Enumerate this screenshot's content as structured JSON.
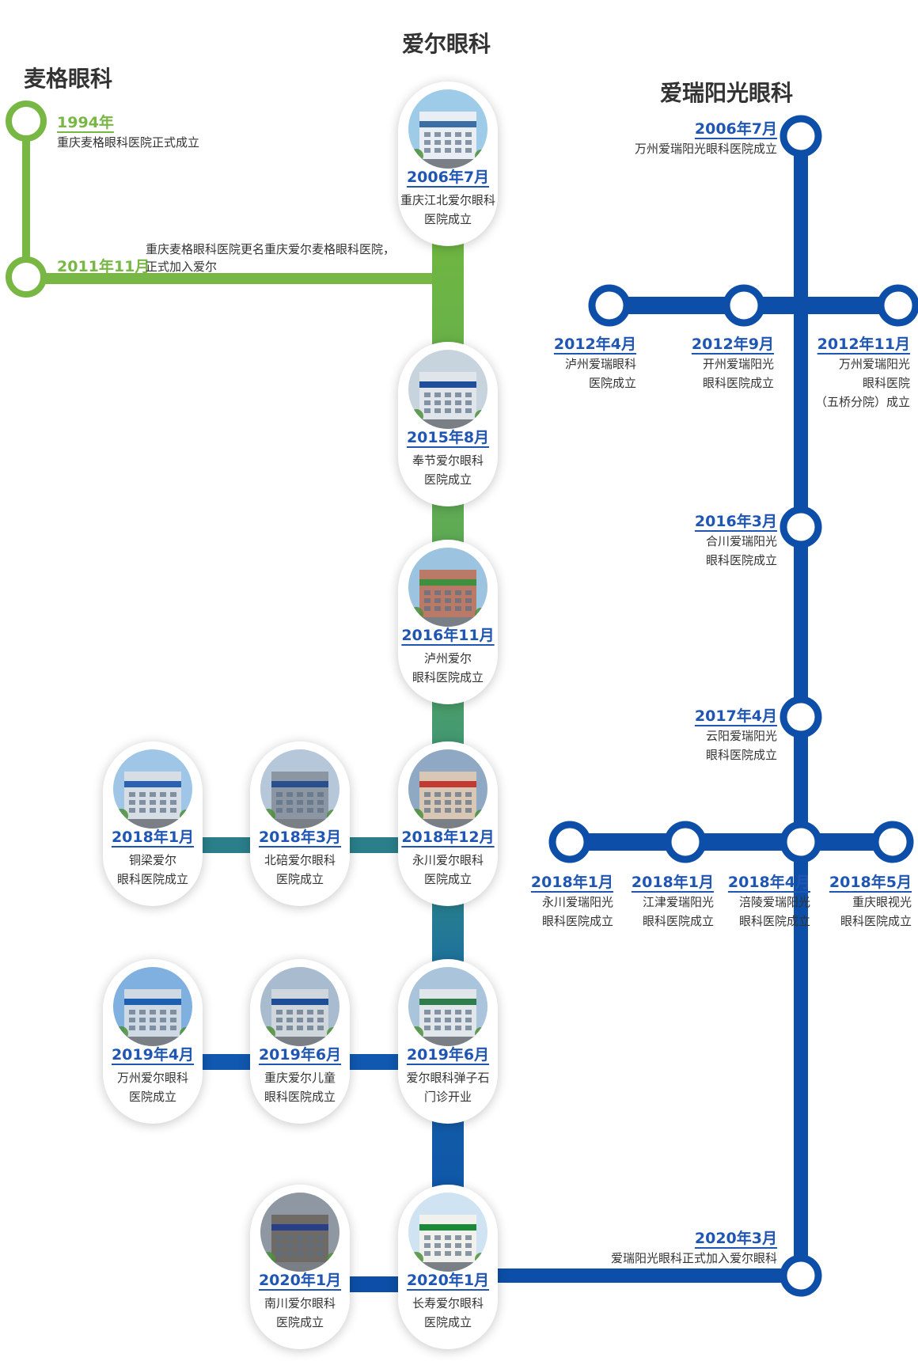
{
  "titles": {
    "mai_ge": "麦格眼科",
    "aier": "爱尔眼科",
    "airui": "爱瑞阳光眼科"
  },
  "colors": {
    "green": "#78b744",
    "blue": "#0d4fa8",
    "teal": "#2a7f8a",
    "date_blue": "#1f56b3"
  },
  "maige_events": [
    {
      "date": "1994年",
      "text": "重庆麦格眼科医院正式成立"
    },
    {
      "date": "2011年11月",
      "text": "重庆麦格眼科医院更名重庆爱尔麦格眼科医院，\n正式加入爱尔"
    }
  ],
  "aier_cards": [
    {
      "date": "2006年7月",
      "text": "重庆江北爱尔眼科\n医院成立",
      "icon": "hospital-photo"
    },
    {
      "date": "2015年8月",
      "text": "奉节爱尔眼科\n医院成立",
      "icon": "hospital-photo"
    },
    {
      "date": "2016年11月",
      "text": "泸州爱尔\n眼科医院成立",
      "icon": "hospital-photo"
    },
    {
      "date": "2018年12月",
      "text": "永川爱尔眼科\n医院成立",
      "icon": "hospital-photo"
    },
    {
      "date": "2018年3月",
      "text": "北碚爱尔眼科\n医院成立",
      "icon": "hospital-photo"
    },
    {
      "date": "2018年1月",
      "text": "铜梁爱尔\n眼科医院成立",
      "icon": "hospital-photo"
    },
    {
      "date": "2019年6月",
      "text": "爱尔眼科弹子石\n门诊开业",
      "icon": "hospital-photo"
    },
    {
      "date": "2019年6月",
      "text": "重庆爱尔儿童\n眼科医院成立",
      "icon": "hospital-photo"
    },
    {
      "date": "2019年4月",
      "text": "万州爱尔眼科\n医院成立",
      "icon": "hospital-photo"
    },
    {
      "date": "2020年1月",
      "text": "长寿爱尔眼科\n医院成立",
      "icon": "hospital-photo"
    },
    {
      "date": "2020年1月",
      "text": "南川爱尔眼科\n医院成立",
      "icon": "hospital-photo"
    }
  ],
  "airui_events": [
    {
      "date": "2006年7月",
      "text": "万州爱瑞阳光眼科医院成立"
    },
    {
      "date": "2012年4月",
      "text": "泸州爱瑞眼科\n医院成立"
    },
    {
      "date": "2012年9月",
      "text": "开州爱瑞阳光\n眼科医院成立"
    },
    {
      "date": "2012年11月",
      "text": "万州爱瑞阳光\n眼科医院\n（五桥分院）成立"
    },
    {
      "date": "2016年3月",
      "text": "合川爱瑞阳光\n眼科医院成立"
    },
    {
      "date": "2017年4月",
      "text": "云阳爱瑞阳光\n眼科医院成立"
    },
    {
      "date": "2018年1月",
      "text": "永川爱瑞阳光\n眼科医院成立"
    },
    {
      "date": "2018年1月",
      "text": "江津爱瑞阳光\n眼科医院成立"
    },
    {
      "date": "2018年4月",
      "text": "涪陵爱瑞阳光\n眼科医院成立"
    },
    {
      "date": "2018年5月",
      "text": "重庆眼视光\n眼科医院成立"
    },
    {
      "date": "2020年3月",
      "text": "爱瑞阳光眼科正式加入爱尔眼科"
    }
  ]
}
